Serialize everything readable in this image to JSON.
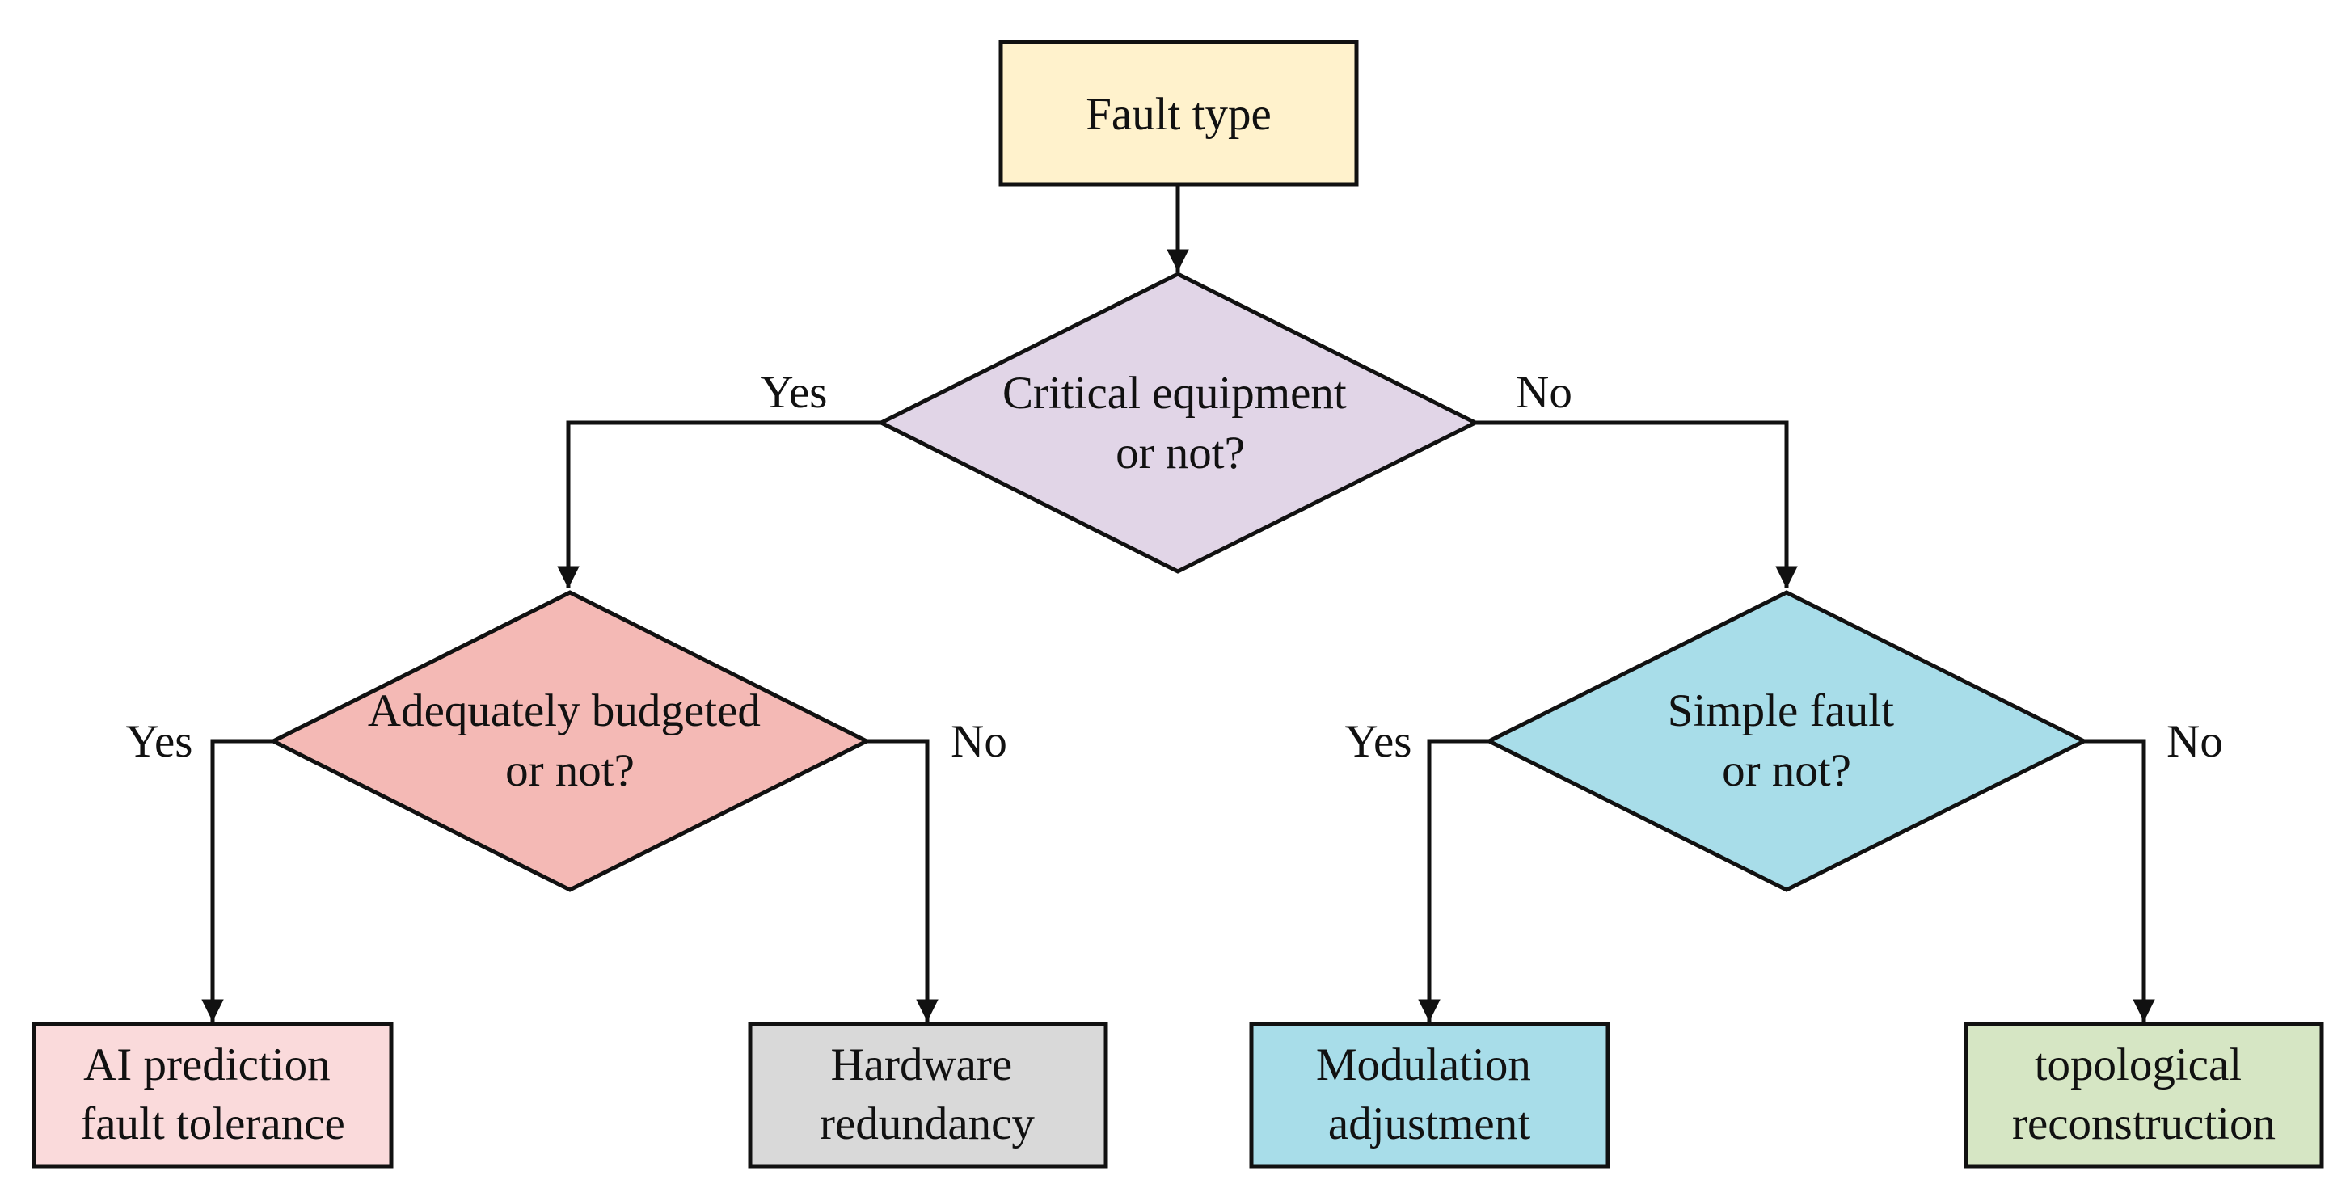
{
  "colors": {
    "start": "#fff2cc",
    "decision_critical": "#e1d5e7",
    "decision_budget": "#f4b9b5",
    "decision_simple": "#a8dde9",
    "result_ai": "#fadadb",
    "result_hardware": "#d9d9d9",
    "result_modulation": "#a8dde9",
    "result_topology": "#d6e6c4",
    "line": "#111111"
  },
  "nodes": {
    "fault_type": {
      "lines": [
        "Fault type"
      ]
    },
    "critical": {
      "lines": [
        "Critical equipment",
        "or not?"
      ]
    },
    "budget": {
      "lines": [
        "Adequately budgeted",
        "or not?"
      ]
    },
    "simple": {
      "lines": [
        "Simple fault",
        "or not?"
      ]
    },
    "ai": {
      "lines": [
        "AI prediction",
        "fault tolerance"
      ]
    },
    "hardware": {
      "lines": [
        "Hardware",
        "redundancy"
      ]
    },
    "modulation": {
      "lines": [
        "Modulation",
        "adjustment"
      ]
    },
    "topology": {
      "lines": [
        "topological",
        "reconstruction"
      ]
    }
  },
  "edge_labels": {
    "critical_yes": "Yes",
    "critical_no": "No",
    "budget_yes": "Yes",
    "budget_no": "No",
    "simple_yes": "Yes",
    "simple_no": "No"
  }
}
